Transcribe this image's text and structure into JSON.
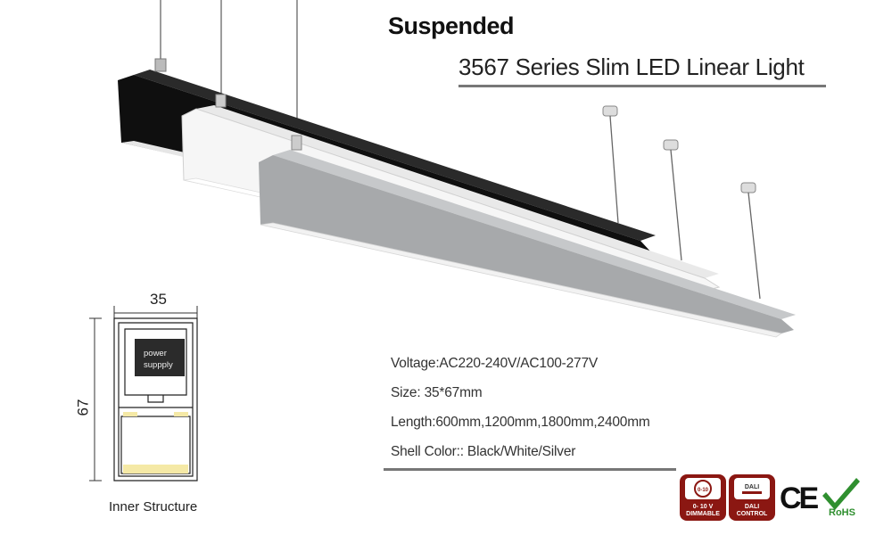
{
  "header": {
    "title": "Suspended",
    "subtitle": "3567 Series Slim LED Linear Light"
  },
  "drawing": {
    "width_label": "35",
    "height_label": "67",
    "module_label_line1": "power",
    "module_label_line2": "suppply",
    "caption": "Inner Structure"
  },
  "specs": {
    "voltage": "Voltage:AC220-240V/AC100-277V",
    "size": "Size: 35*67mm",
    "length": "Length:600mm,1200mm,1800mm,2400mm",
    "shell_color": "Shell Color:: Black/White/Silver"
  },
  "certifications": {
    "dimming_icon_text": "0-10",
    "dimming_line1": "0- 10 V",
    "dimming_line2": "DIMMABLE",
    "dali_icon_text": "DALI",
    "dali_line1": "DALI",
    "dali_line2": "CONTROL",
    "ce": "CE",
    "rohs": "RoHS"
  },
  "colors": {
    "black_fixture": "#111111",
    "white_fixture": "#f4f4f4",
    "silver_fixture": "#a9abad",
    "badge_red": "#8b1712",
    "rohs_green": "#2f8f2f"
  }
}
